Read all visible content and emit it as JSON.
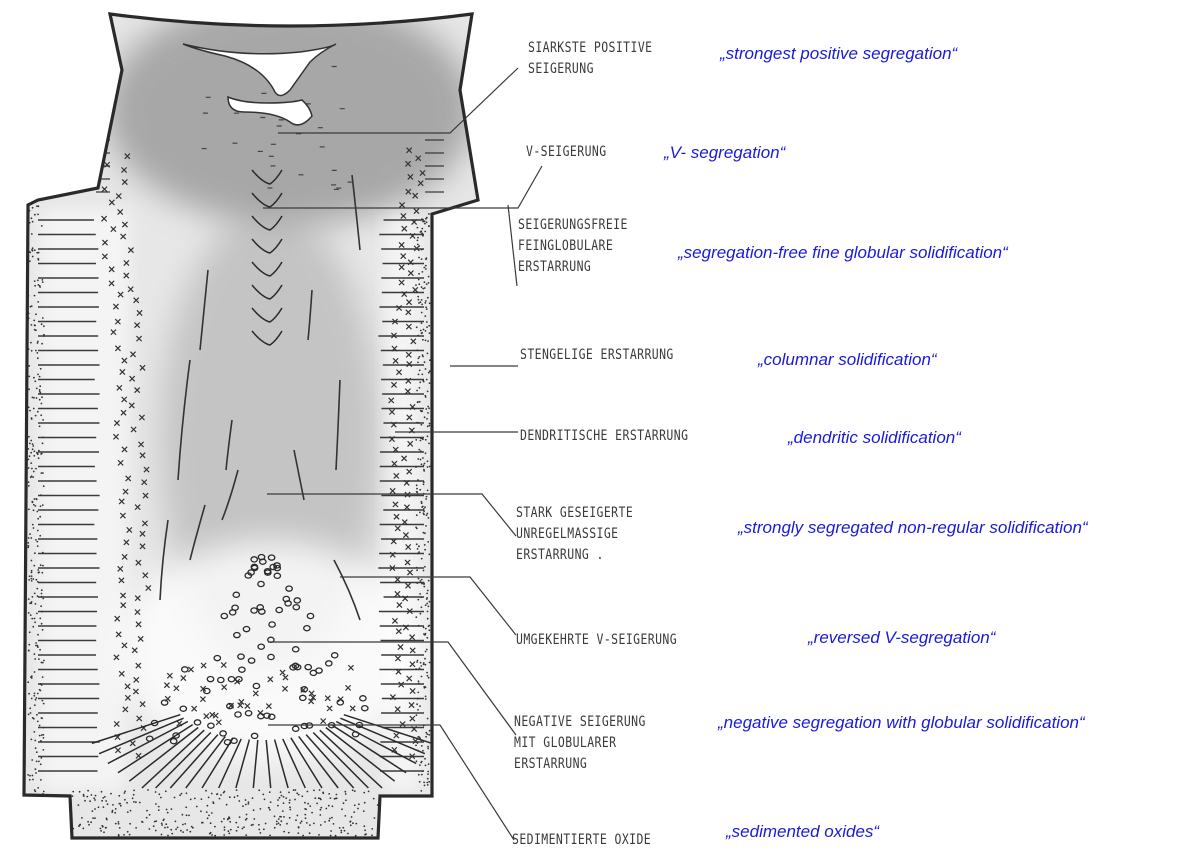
{
  "labels": [
    {
      "id": "strongest-positive",
      "german": [
        "SIARKSTE POSITIVE",
        "SEIGERUNG"
      ],
      "english": "„strongest positive segregation“"
    },
    {
      "id": "v-segregation",
      "german": [
        "V-SEIGERUNG"
      ],
      "english": "„V- segregation“"
    },
    {
      "id": "segregation-free",
      "german": [
        "SEIGERUNGSFREIE",
        "FEINGLOBULARE",
        "ERSTARRUNG"
      ],
      "english": "„segregation-free fine globular solidification“"
    },
    {
      "id": "columnar",
      "german": [
        "STENGELIGE ERSTARRUNG"
      ],
      "english": "„columnar solidification“"
    },
    {
      "id": "dendritic",
      "german": [
        "DENDRITISCHE ERSTARRUNG"
      ],
      "english": "„dendritic solidification“"
    },
    {
      "id": "strongly-segregated",
      "german": [
        "STARK GESEIGERTE",
        "UNREGELMASSIGE",
        "ERSTARRUNG ."
      ],
      "english": "„strongly segregated non-regular solidification“"
    },
    {
      "id": "reversed-v",
      "german": [
        "UMGEKEHRTE V-SEIGERUNG"
      ],
      "english": "„reversed V-segregation“"
    },
    {
      "id": "negative",
      "german": [
        "NEGATIVE SEIGERUNG",
        "MIT GLOBULARER",
        "ERSTARRUNG"
      ],
      "english": "„negative segregation with globular solidification“"
    },
    {
      "id": "sedimented",
      "german": [
        "SEDIMENTIERTE OXIDE"
      ],
      "english": "„sedimented oxides“"
    }
  ],
  "colors": {
    "english_text": "#1a1adc",
    "german_text": "#3a3a3a",
    "outline": "#2a2a2a",
    "shading": "#8c8c8c"
  }
}
